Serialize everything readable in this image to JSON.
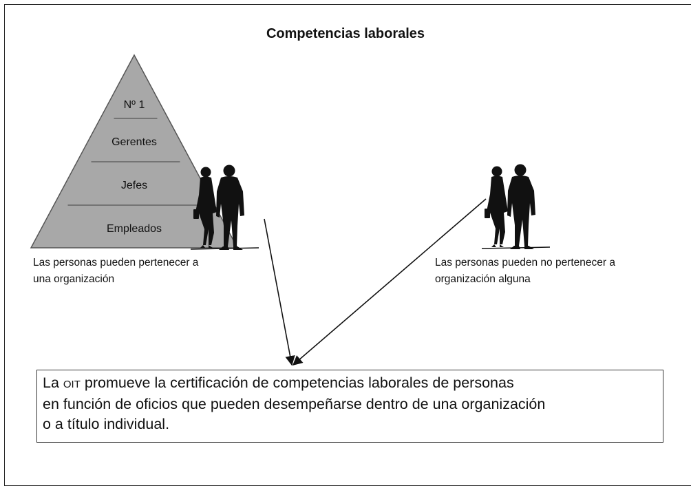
{
  "title": "Competencias laborales",
  "pyramid": {
    "tiers": [
      "Nº 1",
      "Gerentes",
      "Jefes",
      "Empleados"
    ],
    "fill_color": "#a8a8a8",
    "line_color": "#555555"
  },
  "caption_left": {
    "line1": "Las personas pueden pertenecer a",
    "line2": "una organización"
  },
  "caption_right": {
    "line1": "Las personas pueden no pertenecer a",
    "line2": "organización alguna"
  },
  "icons": {
    "left_people": "walking-couple-icon",
    "right_people": "walking-couple-icon"
  },
  "result": {
    "line1_pre": "La ",
    "line1_abbr": "OIT",
    "line1_post": " promueve la certificación de competencias laborales de personas",
    "line2": "en función de oficios que pueden desempeñarse dentro de una organización",
    "line3": "o a título individual."
  }
}
